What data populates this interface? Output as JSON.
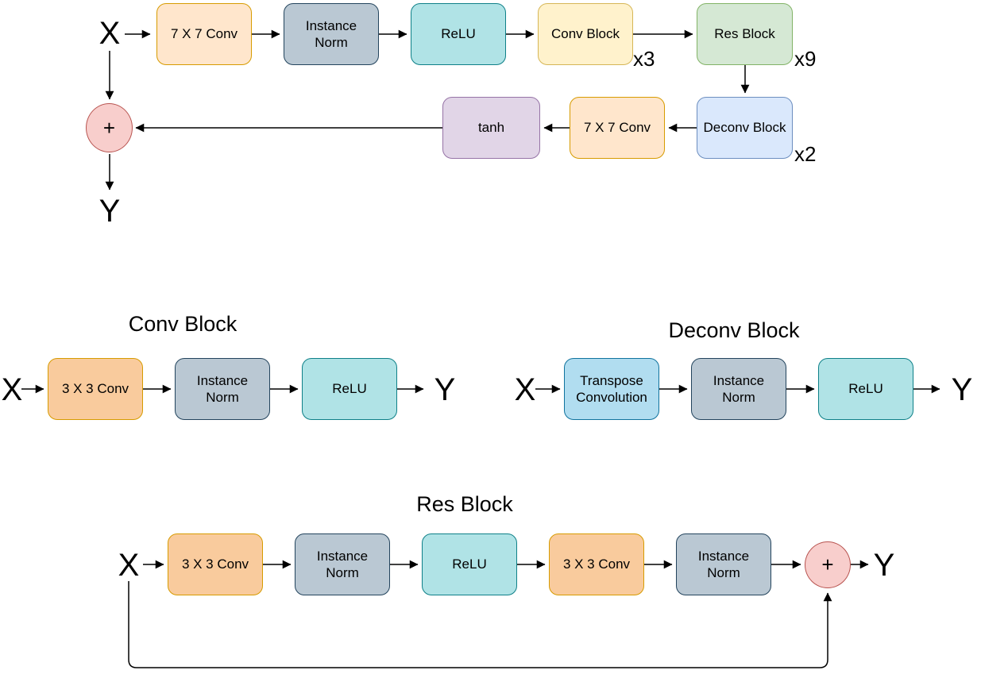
{
  "generator": {
    "input_label": "X",
    "output_label": "Y",
    "sum_label": "+",
    "blocks": {
      "conv7_1": "7 X 7 Conv",
      "instance_norm": "Instance Norm",
      "relu": "ReLU",
      "conv_block": "Conv Block",
      "conv_block_repeat": "x3",
      "res_block": "Res Block",
      "res_block_repeat": "x9",
      "deconv_block": "Deconv Block",
      "deconv_block_repeat": "x2",
      "conv7_2": "7 X 7 Conv",
      "tanh": "tanh"
    }
  },
  "conv_block_detail": {
    "title": "Conv Block",
    "input_label": "X",
    "output_label": "Y",
    "blocks": {
      "conv3": "3 X 3 Conv",
      "instance_norm": "Instance Norm",
      "relu": "ReLU"
    }
  },
  "deconv_block_detail": {
    "title": "Deconv Block",
    "input_label": "X",
    "output_label": "Y",
    "blocks": {
      "transpose_conv": "Transpose Convolution",
      "instance_norm": "Instance Norm",
      "relu": "ReLU"
    }
  },
  "res_block_detail": {
    "title": "Res Block",
    "input_label": "X",
    "output_label": "Y",
    "sum_label": "+",
    "blocks": {
      "conv3_1": "3 X 3 Conv",
      "instance_norm_1": "Instance Norm",
      "relu": "ReLU",
      "conv3_2": "3 X 3 Conv",
      "instance_norm_2": "Instance Norm"
    }
  },
  "palette": {
    "conv7_fill": "#FFE6CC",
    "conv7_stroke": "#D79B00",
    "conv3_fill": "#F9CB9D",
    "conv3_stroke": "#D79B00",
    "instance_norm_fill": "#BAC8D3",
    "instance_norm_stroke": "#23445D",
    "relu_fill": "#B0E3E6",
    "relu_stroke": "#0E8088",
    "conv_block_fill": "#FFF2CC",
    "conv_block_stroke": "#D6B656",
    "res_block_fill": "#D5E8D4",
    "res_block_stroke": "#82B366",
    "deconv_block_fill": "#DAE8FC",
    "deconv_block_stroke": "#6C8EBF",
    "transpose_conv_fill": "#B1DDF0",
    "transpose_conv_stroke": "#10739E",
    "tanh_fill": "#E1D5E7",
    "tanh_stroke": "#9673A6",
    "sum_fill": "#F8CECC",
    "sum_stroke": "#B85450",
    "arrow": "#000000"
  }
}
